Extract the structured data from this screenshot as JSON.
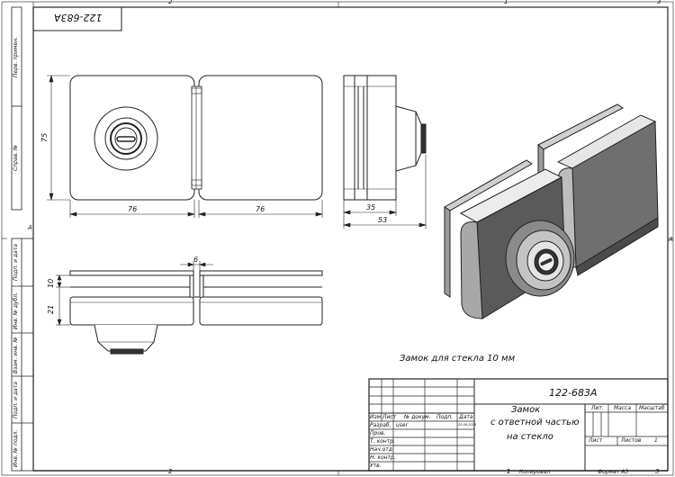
{
  "sheet": {
    "stamp_code": "122-683А",
    "caption": "Замок для стекла 10 мм",
    "grid_top": [
      "1",
      "2",
      "3"
    ],
    "grid_bottom": [
      "1",
      "2",
      "3"
    ],
    "grid_left": "А",
    "grid_right": "А"
  },
  "side_labels": [
    "Перв. примен.",
    "Справ. №",
    "Подп. и дата",
    "Инв. № дубл.",
    "Взам. инв. №",
    "Подп. и дата",
    "Инв. № подл."
  ],
  "dimensions": {
    "height": "75",
    "width_left": "76",
    "width_right": "76",
    "side_depth": "35",
    "side_total": "53",
    "gap": "6",
    "plate": "10",
    "body": "21"
  },
  "title_block": {
    "code": "122-683А",
    "name_line1": "Замок",
    "name_line2": "с ответной частью",
    "name_line3": "на стекло",
    "col_headers": [
      "Изм",
      "Лист",
      "№ докум.",
      "Подп.",
      "Дата"
    ],
    "rows": [
      "Разраб.",
      "Пров.",
      "Т. контр.",
      "Нач.отд.",
      "Н. контр.",
      "Утв."
    ],
    "developer": "user",
    "date": "20.09.2019",
    "lit_label": "Лит.",
    "mass_label": "Масса",
    "scale_label": "Масштаб",
    "sheet_label": "Лист",
    "sheets_label": "Листов",
    "sheets_count": "1",
    "sheet_number": "1",
    "copied_label": "Копировал",
    "format_label": "Формат А3"
  }
}
